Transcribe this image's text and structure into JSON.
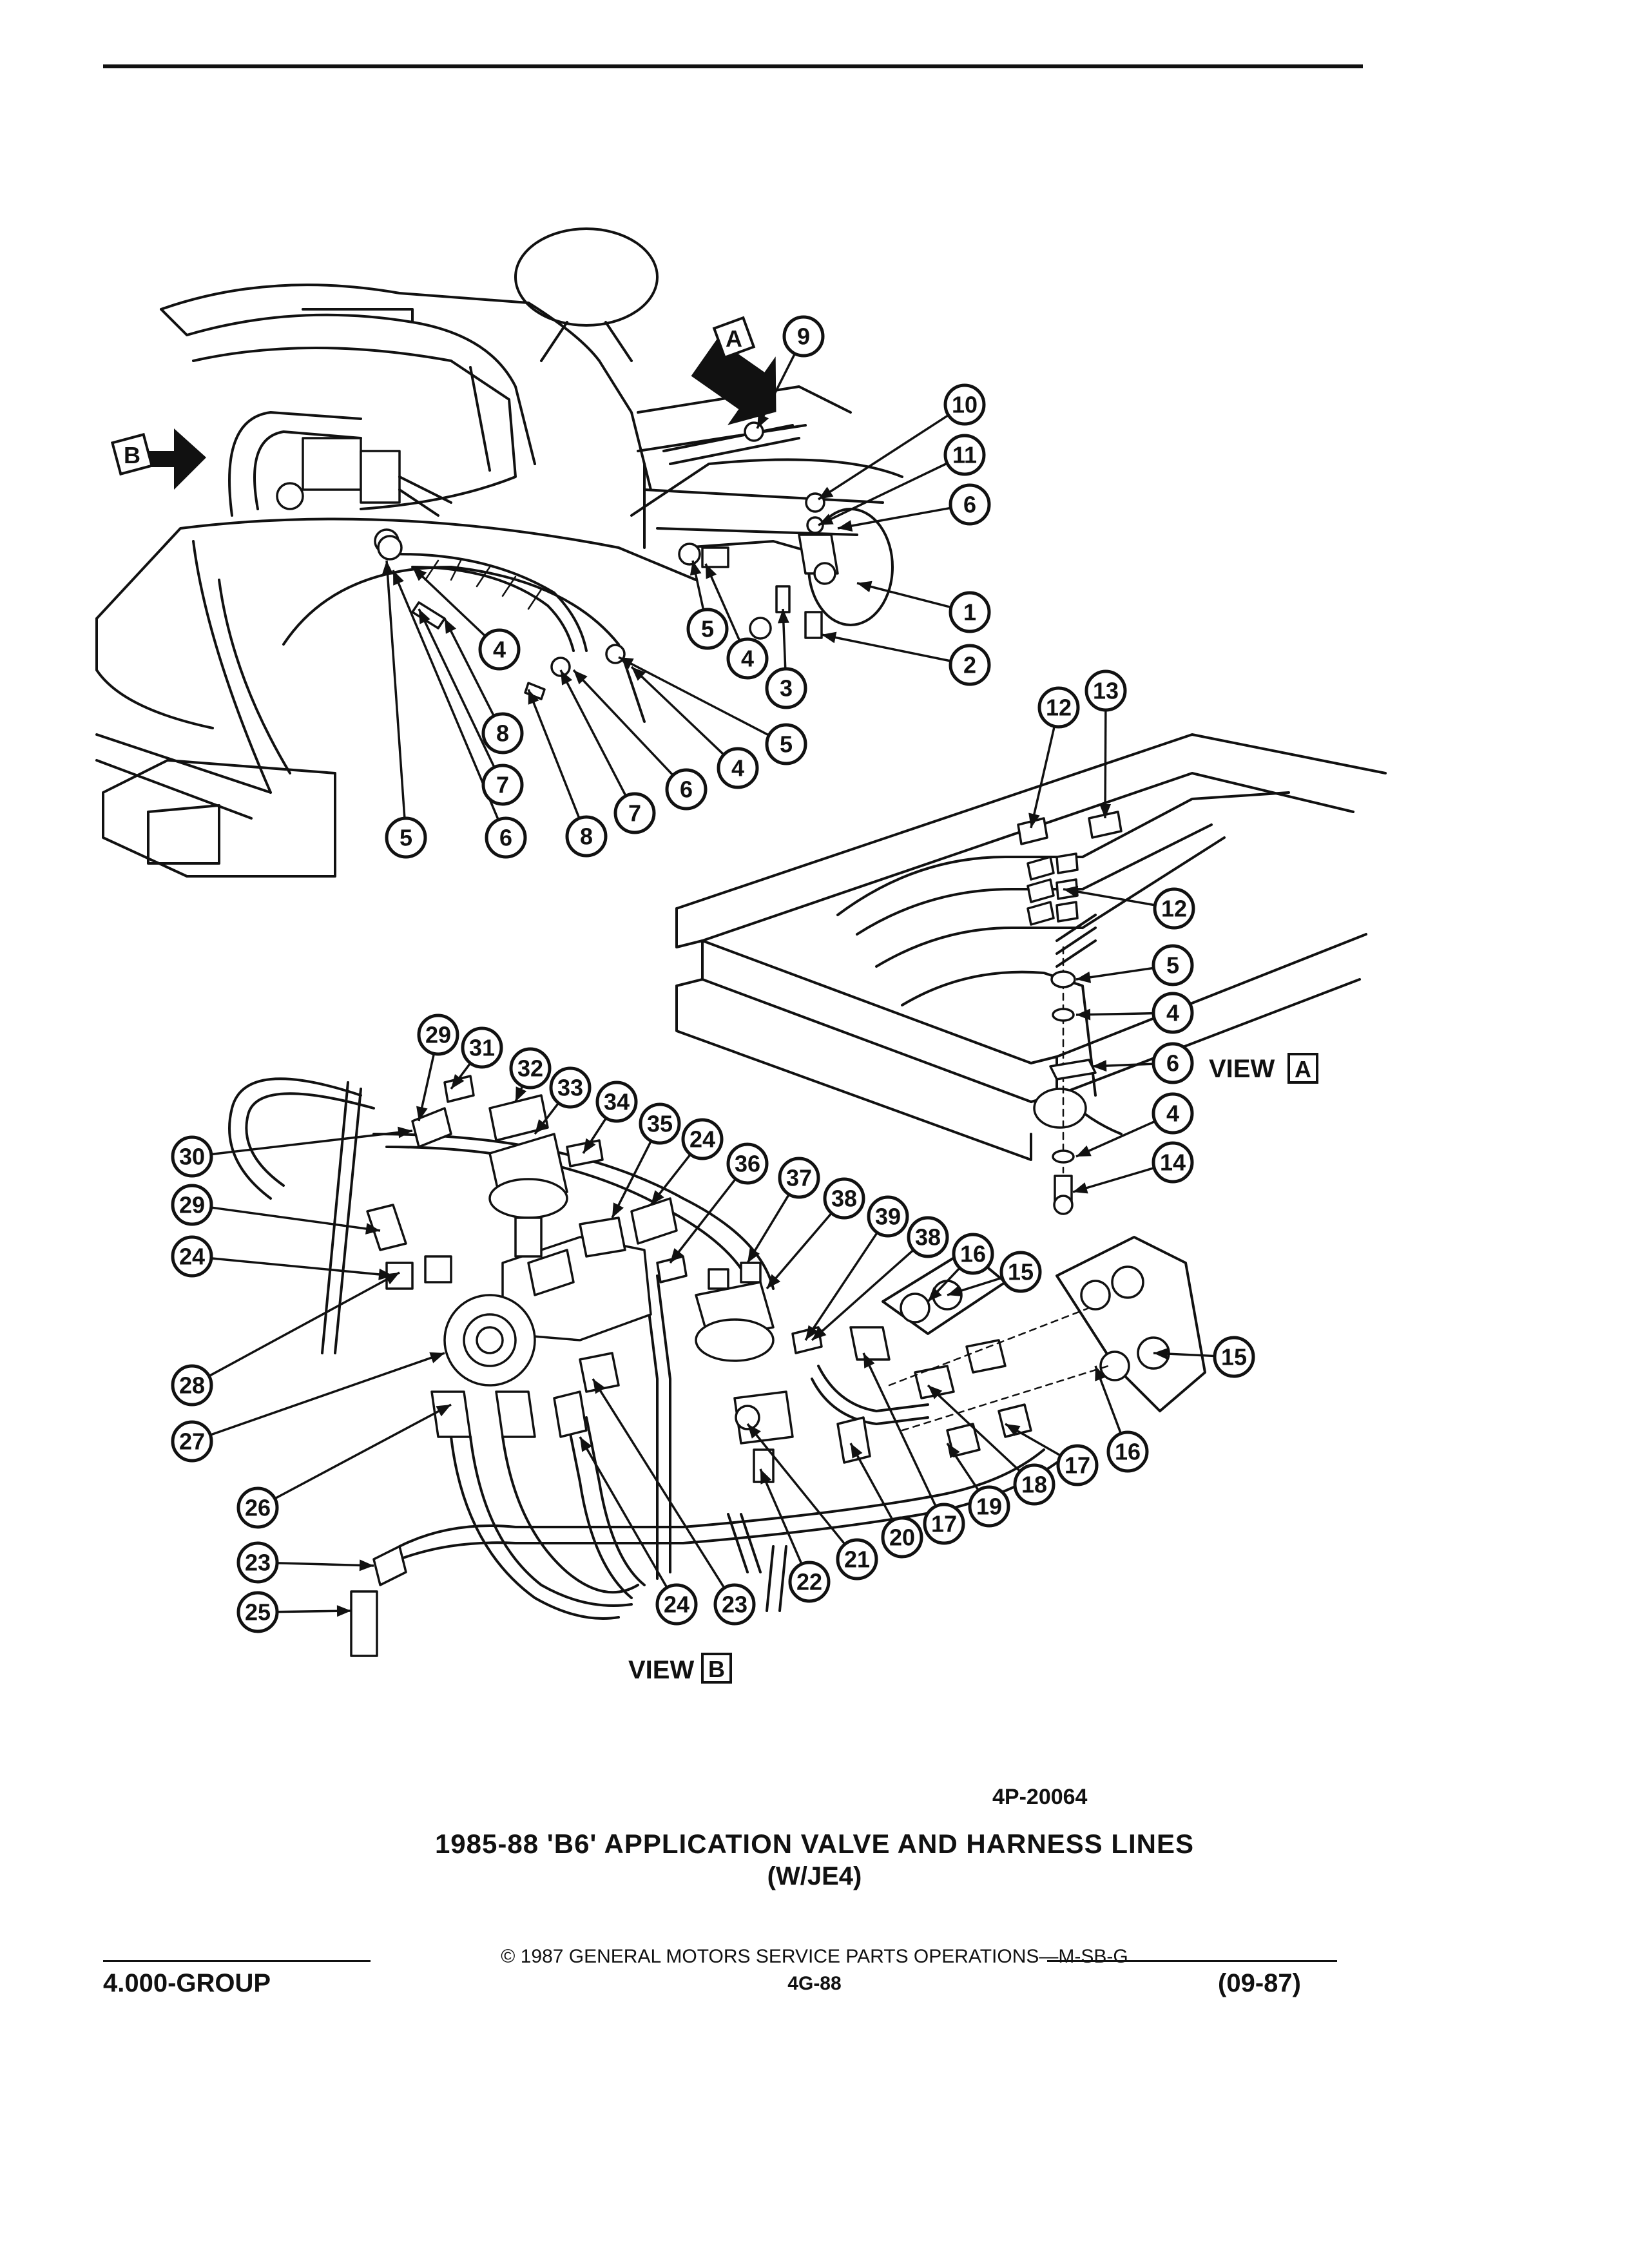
{
  "title": {
    "line1": "1985-88 'B6' APPLICATION VALVE AND HARNESS LINES",
    "line2": "(W/JE4)"
  },
  "reference_number": "4P-20064",
  "views": {
    "a_label": "VIEW",
    "a_letter": "A",
    "b_label": "VIEW",
    "b_letter": "B",
    "arrow_a_letter": "A",
    "arrow_b_letter": "B"
  },
  "footer": {
    "copyright": "© 1987 GENERAL MOTORS SERVICE PARTS OPERATIONS—M-SB-G",
    "group": "4.000-GROUP",
    "page": "4G-88",
    "date": "(09-87)"
  },
  "callouts": {
    "c1": "1",
    "c2": "2",
    "c3": "3",
    "c4a": "4",
    "c4b": "4",
    "c4c": "4",
    "c5a": "5",
    "c5b": "5",
    "c5c": "5",
    "c6a": "6",
    "c6b": "6",
    "c6c": "6",
    "c7a": "7",
    "c7b": "7",
    "c8a": "8",
    "c8b": "8",
    "c9": "9",
    "c10": "10",
    "c11": "11",
    "c12a": "12",
    "c12b": "12",
    "c13": "13",
    "c5d": "5",
    "c4d": "4",
    "c6d": "6",
    "c4e": "4",
    "c14": "14",
    "c29a": "29",
    "c31": "31",
    "c32": "32",
    "c33": "33",
    "c34": "34",
    "c35": "35",
    "c24a": "24",
    "c36": "36",
    "c37": "37",
    "c38a": "38",
    "c39": "39",
    "c38b": "38",
    "c16a": "16",
    "c15a": "15",
    "c15b": "15",
    "c16b": "16",
    "c30": "30",
    "c29b": "29",
    "c24b": "24",
    "c28": "28",
    "c27": "27",
    "c26": "26",
    "c23a": "23",
    "c25": "25",
    "c24c": "24",
    "c23b": "23",
    "c22": "22",
    "c21": "21",
    "c20": "20",
    "c17a": "17",
    "c19": "19",
    "c18": "18",
    "c17b": "17"
  }
}
